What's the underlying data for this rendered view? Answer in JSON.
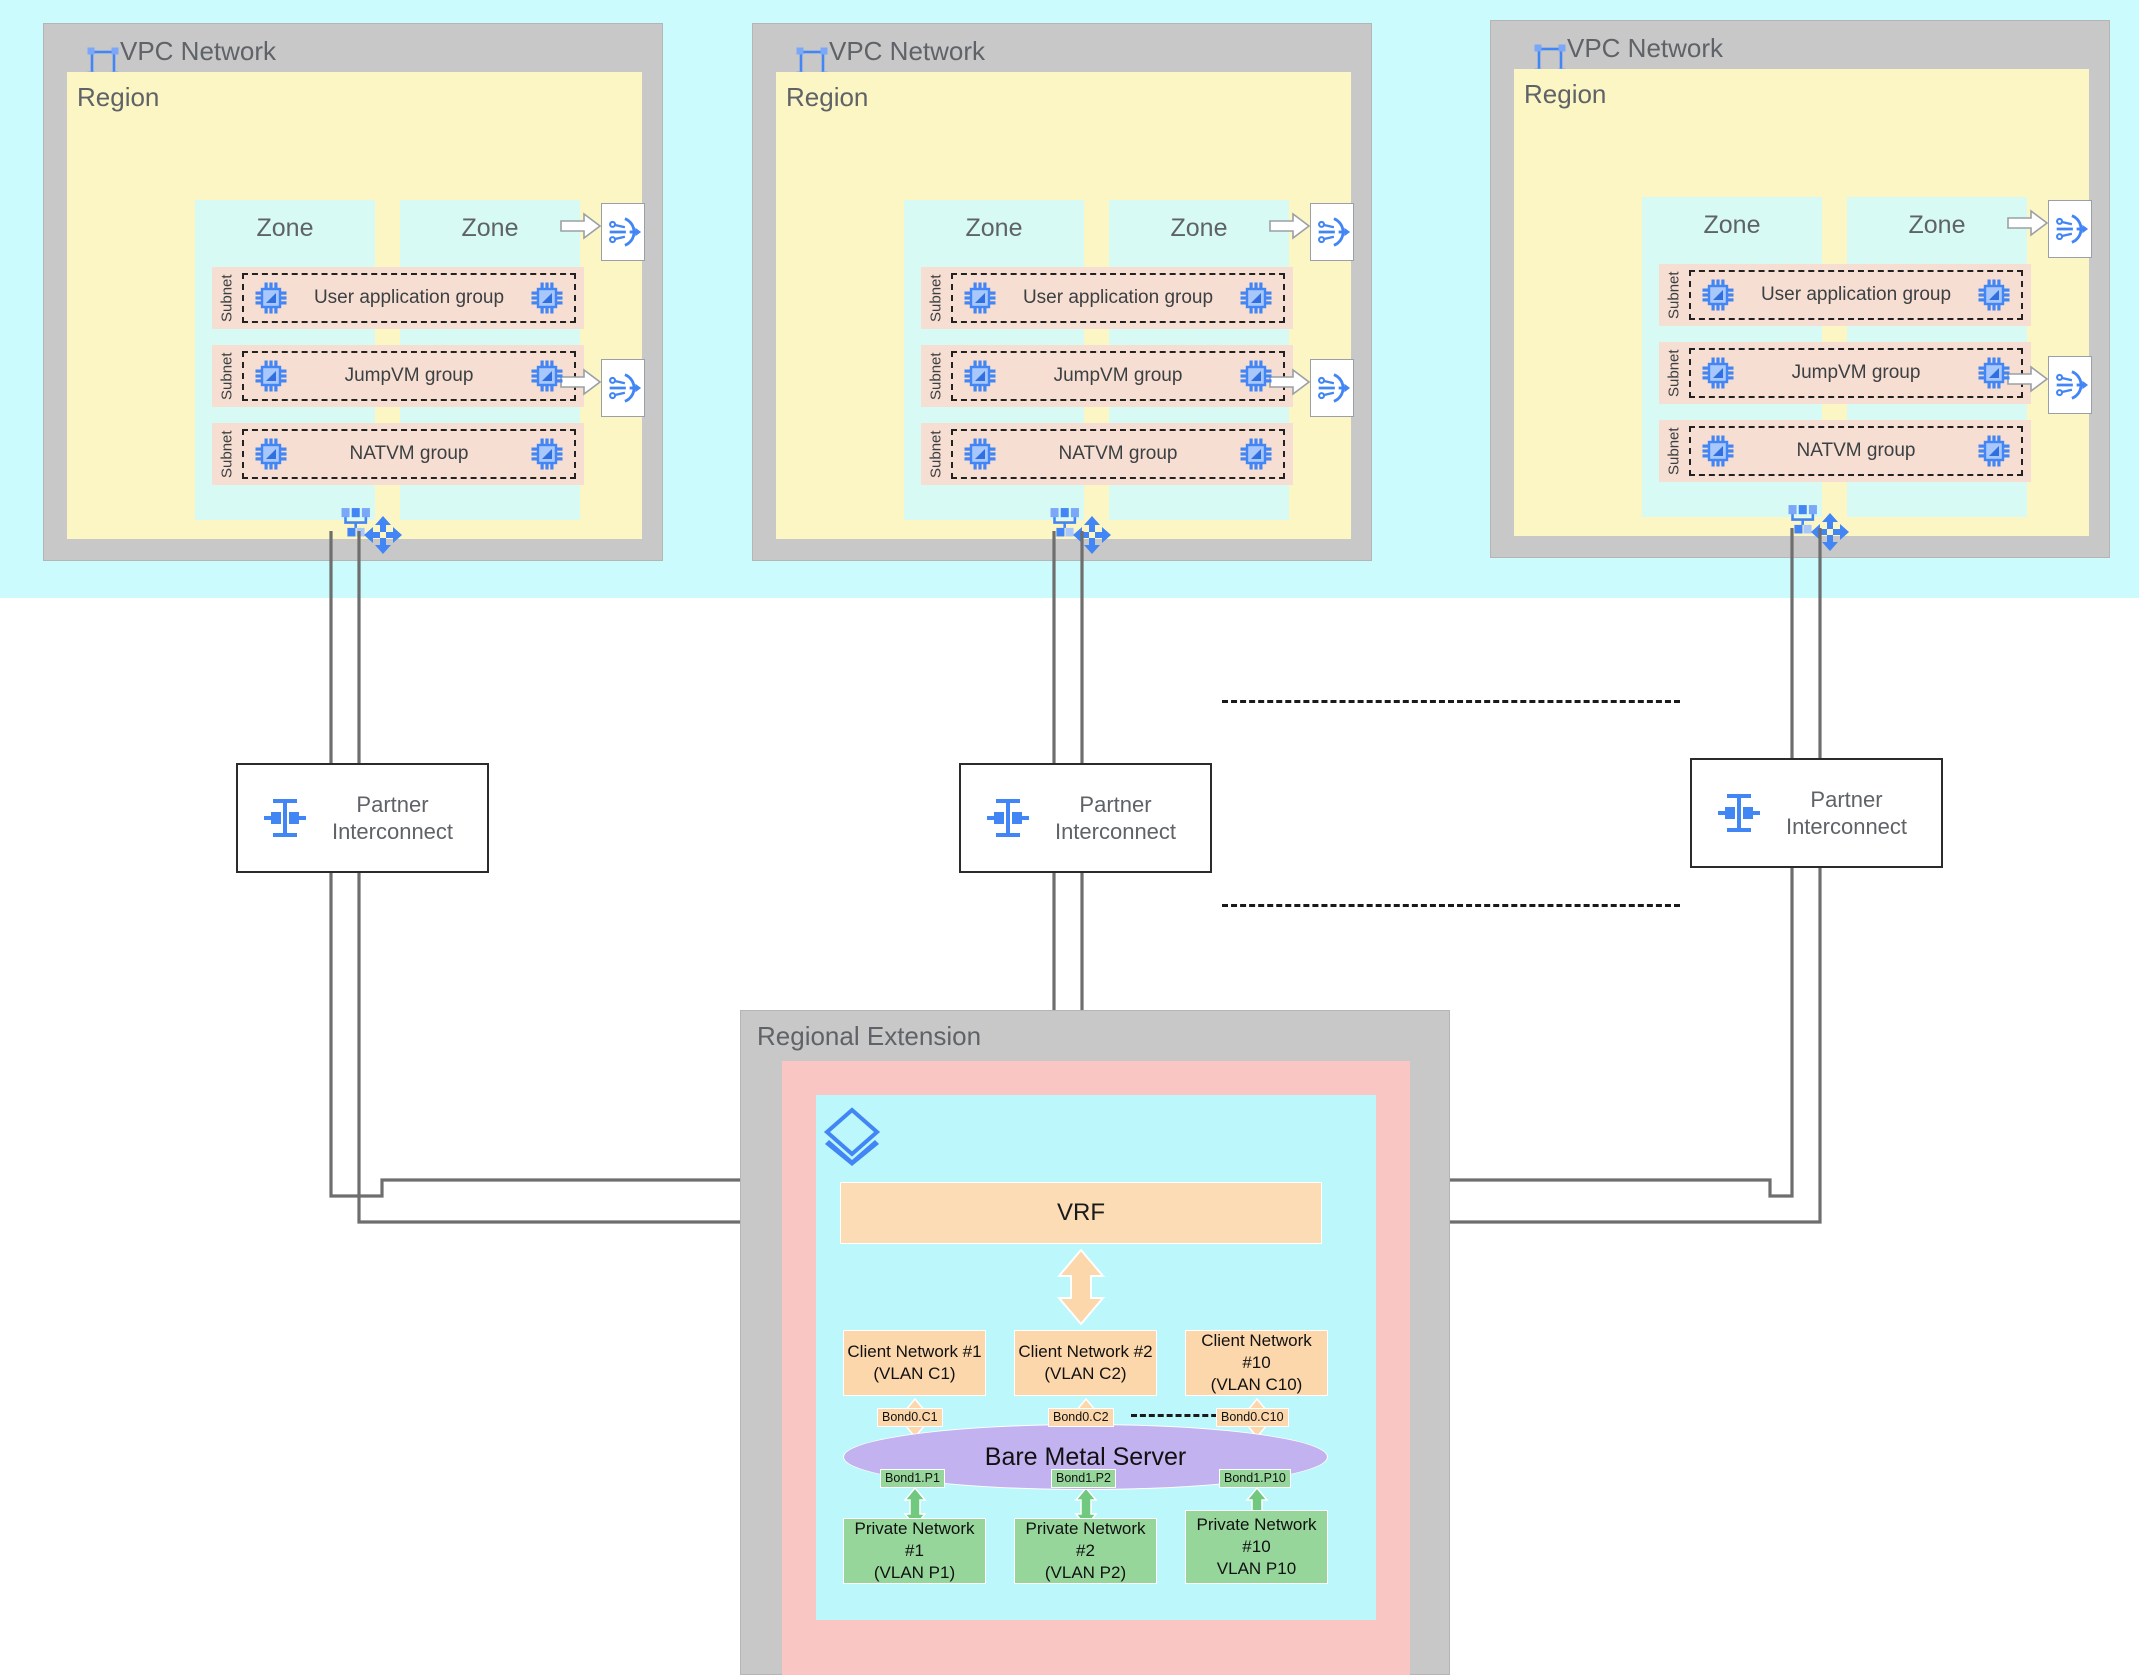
{
  "diagram": {
    "title": "Multi-region VPC to Regional Extension Bare Metal Server architecture",
    "colors": {
      "top_band": "#ccfbfd",
      "vpc_grey": "#c8c8c8",
      "region_yellow": "#fcf6c5",
      "zone_cyan": "#d7faf4",
      "subnet_peach": "#f6ded2",
      "regext_pink": "#f9c6c3",
      "regext_cyan": "#bbf7fb",
      "vrf_orange": "#fbdcb4",
      "client_net_orange": "#fbd7ab",
      "private_net_green": "#96d69b",
      "bms_purple": "#c3b2f0",
      "icon_blue": "#4285f4",
      "line_grey": "#6e6e6e"
    }
  },
  "vpcs": [
    {
      "title": "VPC Network",
      "icon": "vpc-network-icon",
      "region_label": "Region",
      "zones": [
        "Zone",
        "Zone"
      ],
      "subnets": [
        {
          "label": "Subnet",
          "group": "User application group",
          "has_nat": true
        },
        {
          "label": "Subnet",
          "group": "JumpVM group",
          "has_nat": false
        },
        {
          "label": "Subnet",
          "group": "NATVM group",
          "has_nat": true
        }
      ]
    },
    {
      "title": "VPC Network",
      "icon": "vpc-network-icon",
      "region_label": "Region",
      "zones": [
        "Zone",
        "Zone"
      ],
      "subnets": [
        {
          "label": "Subnet",
          "group": "User application group",
          "has_nat": true
        },
        {
          "label": "Subnet",
          "group": "JumpVM group",
          "has_nat": false
        },
        {
          "label": "Subnet",
          "group": "NATVM group",
          "has_nat": true
        }
      ]
    },
    {
      "title": "VPC Network",
      "icon": "vpc-network-icon",
      "region_label": "Region",
      "zones": [
        "Zone",
        "Zone"
      ],
      "subnets": [
        {
          "label": "Subnet",
          "group": "User application group",
          "has_nat": true
        },
        {
          "label": "Subnet",
          "group": "JumpVM group",
          "has_nat": false
        },
        {
          "label": "Subnet",
          "group": "NATVM group",
          "has_nat": true
        }
      ]
    }
  ],
  "partner_interconnects": [
    {
      "line1": "Partner",
      "line2": "Interconnect",
      "icon": "partner-interconnect-icon"
    },
    {
      "line1": "Partner",
      "line2": "Interconnect",
      "icon": "partner-interconnect-icon"
    },
    {
      "line1": "Partner",
      "line2": "Interconnect",
      "icon": "partner-interconnect-icon"
    }
  ],
  "regional_extension": {
    "title": "Regional Extension",
    "layers_icon": "layers-icon",
    "vrf_label": "VRF",
    "bare_metal_server_label": "Bare Metal Server",
    "client_networks": [
      {
        "line1": "Client Network #1",
        "line2": "(VLAN C1)",
        "bond": "Bond0.C1"
      },
      {
        "line1": "Client Network #2",
        "line2": "(VLAN C2)",
        "bond": "Bond0.C2"
      },
      {
        "line1": "Client Network #10",
        "line2": "(VLAN C10)",
        "bond": "Bond0.C10"
      }
    ],
    "private_networks": [
      {
        "line1": "Private Network #1",
        "line2": "(VLAN P1)",
        "bond": "Bond1.P1"
      },
      {
        "line1": "Private Network #2",
        "line2": "(VLAN P2)",
        "bond": "Bond1.P2"
      },
      {
        "line1": "Private Network",
        "line2": "#10",
        "line3": "VLAN P10",
        "bond": "Bond1.P10"
      }
    ]
  }
}
